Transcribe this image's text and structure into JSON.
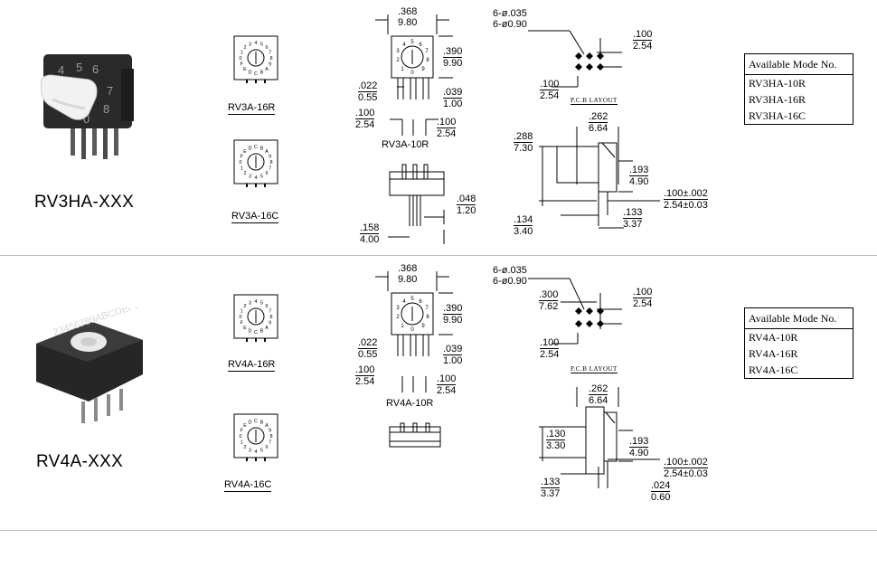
{
  "top": {
    "model_label": "RV3HA-XXX",
    "variant_labels": [
      "RV3A-16R",
      "RV3A-16C"
    ],
    "switch_digits_r": [
      "2",
      "3",
      "4",
      "5",
      "6",
      "7",
      "8",
      "9",
      "A",
      "B",
      "C",
      "D",
      "E",
      "F",
      "0",
      "1"
    ],
    "switch_digits_c": [
      "E",
      "D",
      "C",
      "B",
      "A",
      "9",
      "8",
      "7",
      "6",
      "5",
      "4",
      "3",
      "2",
      "1",
      "0",
      "F"
    ],
    "front": {
      "width_in": ".368",
      "width_mm": "9.80",
      "height_in": ".390",
      "height_mm": "9.90",
      "pin_w_in": ".022",
      "pin_w_mm": "0.55",
      "pin_len_in": ".039",
      "pin_len_mm": "1.00",
      "pitch_l_in": ".100",
      "pitch_l_mm": "2.54",
      "pitch_r_in": ".100",
      "pitch_r_mm": "2.54",
      "caption": "RV3A-10R",
      "dial_digits": [
        "0",
        "1",
        "2",
        "3",
        "4",
        "5",
        "6",
        "7",
        "8",
        "9"
      ]
    },
    "bottom": {
      "t_in": ".048",
      "t_mm": "1.20",
      "w_in": ".158",
      "w_mm": "4.00"
    },
    "pcb": {
      "hole_in": "6-ø.035",
      "hole_mm": "6-ø0.90",
      "row_in": ".100",
      "row_mm": "2.54",
      "col_in": ".100",
      "col_mm": "2.54",
      "caption": "P.C.B LAYOUT"
    },
    "side": {
      "w_in": ".262",
      "w_mm": "6.64",
      "h_in": ".288",
      "h_mm": "7.30",
      "body_in": ".193",
      "body_mm": "4.90",
      "pitch_in": ".100±.002",
      "pitch_mm": "2.54±0.03",
      "foot_in": ".134",
      "foot_mm": "3.40",
      "pin_in": ".133",
      "pin_mm": "3.37"
    },
    "available": {
      "header": "Available Mode No.",
      "items": [
        "RV3HA-10R",
        "RV3HA-16R",
        "RV3HA-16C"
      ]
    }
  },
  "bottom": {
    "model_label": "RV4A-XXX",
    "variant_labels": [
      "RV4A-16R",
      "RV4A-16C"
    ],
    "photo_ring_text": "23456789ABCDEF01",
    "front": {
      "width_in": ".368",
      "width_mm": "9.80",
      "height_in": ".390",
      "height_mm": "9.90",
      "pin_w_in": ".022",
      "pin_w_mm": "0.55",
      "pin_len_in": ".039",
      "pin_len_mm": "1.00",
      "pitch_l_in": ".100",
      "pitch_l_mm": "2.54",
      "pitch_r_in": ".100",
      "pitch_r_mm": "2.54",
      "caption": "RV4A-10R"
    },
    "pcb": {
      "hole_in": "6-ø.035",
      "hole_mm": "6-ø0.90",
      "off_in": ".300",
      "off_mm": "7.62",
      "row_in": ".100",
      "row_mm": "2.54",
      "col_in": ".100",
      "col_mm": "2.54",
      "caption": "P.C.B LAYOUT"
    },
    "side": {
      "w_in": ".262",
      "w_mm": "6.64",
      "h_in": ".130",
      "h_mm": "3.30",
      "body_in": ".193",
      "body_mm": "4.90",
      "pitch_in": ".100±.002",
      "pitch_mm": "2.54±0.03",
      "pin_in": ".133",
      "pin_mm": "3.37",
      "t_in": ".024",
      "t_mm": "0.60"
    },
    "available": {
      "header": "Available Mode No.",
      "items": [
        "RV4A-10R",
        "RV4A-16R",
        "RV4A-16C"
      ]
    }
  }
}
